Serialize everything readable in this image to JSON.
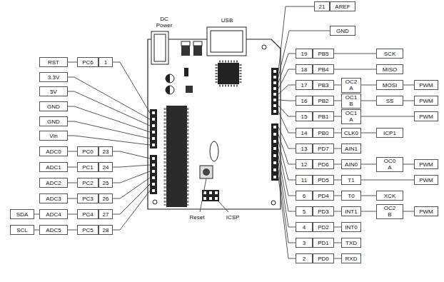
{
  "diagram": {
    "nodes": [
      {
        "text": [
          "RST"
        ]
      },
      {
        "text": [
          "PC6"
        ]
      },
      {
        "text": [
          "1"
        ]
      },
      {
        "text": [
          "3.3V"
        ]
      },
      {
        "text": [
          "5V"
        ]
      },
      {
        "text": [
          "GND"
        ]
      },
      {
        "text": [
          "GND"
        ]
      },
      {
        "text": [
          "Vin"
        ]
      },
      {
        "text": [
          "ADC0"
        ]
      },
      {
        "text": [
          "PC0"
        ]
      },
      {
        "text": [
          "23"
        ]
      },
      {
        "text": [
          "ADC1"
        ]
      },
      {
        "text": [
          "PC1"
        ]
      },
      {
        "text": [
          "24"
        ]
      },
      {
        "text": [
          "ADC2"
        ]
      },
      {
        "text": [
          "PC2"
        ]
      },
      {
        "text": [
          "25"
        ]
      },
      {
        "text": [
          "ADC3"
        ]
      },
      {
        "text": [
          "PC3"
        ]
      },
      {
        "text": [
          "26"
        ]
      },
      {
        "text": [
          "SDA"
        ]
      },
      {
        "text": [
          "ADC4"
        ]
      },
      {
        "text": [
          "PC4"
        ]
      },
      {
        "text": [
          "27"
        ]
      },
      {
        "text": [
          "SCL"
        ]
      },
      {
        "text": [
          "ADC5"
        ]
      },
      {
        "text": [
          "PC5"
        ]
      },
      {
        "text": [
          "28"
        ]
      },
      {
        "text": [
          "21"
        ]
      },
      {
        "text": [
          "AREF"
        ]
      },
      {
        "text": [
          "GND"
        ]
      },
      {
        "text": [
          "19"
        ]
      },
      {
        "text": [
          "PB5"
        ]
      },
      {
        "text": [
          "SCK"
        ]
      },
      {
        "text": [
          "18"
        ]
      },
      {
        "text": [
          "PB4"
        ]
      },
      {
        "text": [
          "MISO"
        ]
      },
      {
        "text": [
          "17"
        ]
      },
      {
        "text": [
          "PB3"
        ]
      },
      {
        "text": [
          "OC2 A"
        ]
      },
      {
        "text": [
          "MOSI"
        ]
      },
      {
        "text": [
          "PWM"
        ]
      },
      {
        "text": [
          "16"
        ]
      },
      {
        "text": [
          "PB2"
        ]
      },
      {
        "text": [
          "OC1 B"
        ]
      },
      {
        "text": [
          "SS"
        ]
      },
      {
        "text": [
          "PWM"
        ]
      },
      {
        "text": [
          "15"
        ]
      },
      {
        "text": [
          "PB1"
        ]
      },
      {
        "text": [
          "OC1 A"
        ]
      },
      {
        "text": [
          "PWM"
        ]
      },
      {
        "text": [
          "14"
        ]
      },
      {
        "text": [
          "PB0"
        ]
      },
      {
        "text": [
          "CLK0"
        ]
      },
      {
        "text": [
          "ICP1"
        ]
      },
      {
        "text": [
          "13"
        ]
      },
      {
        "text": [
          "PD7"
        ]
      },
      {
        "text": [
          "AIN1"
        ]
      },
      {
        "text": [
          "12"
        ]
      },
      {
        "text": [
          "PD6"
        ]
      },
      {
        "text": [
          "AIN0"
        ]
      },
      {
        "text": [
          "OC0 A"
        ]
      },
      {
        "text": [
          "PWM"
        ]
      },
      {
        "text": [
          "11"
        ]
      },
      {
        "text": [
          "PD5"
        ]
      },
      {
        "text": [
          "T1"
        ]
      },
      {
        "text": [
          "PWM"
        ]
      },
      {
        "text": [
          "6"
        ]
      },
      {
        "text": [
          "PD4"
        ]
      },
      {
        "text": [
          "T0"
        ]
      },
      {
        "text": [
          "XCK"
        ]
      },
      {
        "text": [
          "5"
        ]
      },
      {
        "text": [
          "PD3"
        ]
      },
      {
        "text": [
          "INT1"
        ]
      },
      {
        "text": [
          "OC2 B"
        ]
      },
      {
        "text": [
          "PWM"
        ]
      },
      {
        "text": [
          "4"
        ]
      },
      {
        "text": [
          "PD2"
        ]
      },
      {
        "text": [
          "INT0"
        ]
      },
      {
        "text": [
          "3"
        ]
      },
      {
        "text": [
          "PD1"
        ]
      },
      {
        "text": [
          "TXD"
        ]
      },
      {
        "text": [
          "2"
        ]
      },
      {
        "text": [
          "PD0"
        ]
      },
      {
        "text": [
          "RXD"
        ]
      }
    ],
    "edges": [
      {
        "from": 0,
        "to": 1,
        "arrow": "none"
      },
      {
        "from": 8,
        "to": 9,
        "arrow": "none"
      },
      {
        "from": 11,
        "to": 12,
        "arrow": "none"
      },
      {
        "from": 14,
        "to": 15,
        "arrow": "none"
      },
      {
        "from": 17,
        "to": 18,
        "arrow": "none"
      },
      {
        "from": 20,
        "to": 21,
        "arrow": "none"
      },
      {
        "from": 21,
        "to": 22,
        "arrow": "none"
      },
      {
        "from": 24,
        "to": 25,
        "arrow": "none"
      },
      {
        "from": 25,
        "to": 26,
        "arrow": "none"
      },
      {
        "from": 32,
        "to": 33,
        "arrow": "none"
      },
      {
        "from": 35,
        "to": 36,
        "arrow": "none"
      },
      {
        "from": 38,
        "to": 39,
        "arrow": "none"
      },
      {
        "from": 39,
        "to": 40,
        "arrow": "none"
      },
      {
        "from": 40,
        "to": 41,
        "arrow": "none"
      },
      {
        "from": 43,
        "to": 44,
        "arrow": "none"
      },
      {
        "from": 44,
        "to": 45,
        "arrow": "none"
      },
      {
        "from": 45,
        "to": 46,
        "arrow": "none"
      },
      {
        "from": 48,
        "to": 49,
        "arrow": "none"
      },
      {
        "from": 49,
        "to": 50,
        "arrow": "none"
      },
      {
        "from": 52,
        "to": 53,
        "arrow": "none"
      },
      {
        "from": 53,
        "to": 54,
        "arrow": "none"
      },
      {
        "from": 56,
        "to": 57,
        "arrow": "none"
      },
      {
        "from": 59,
        "to": 60,
        "arrow": "none"
      },
      {
        "from": 60,
        "to": 61,
        "arrow": "none"
      },
      {
        "from": 61,
        "to": 62,
        "arrow": "none"
      },
      {
        "from": 64,
        "to": 65,
        "arrow": "none"
      },
      {
        "from": 65,
        "to": 66,
        "arrow": "none"
      },
      {
        "from": 68,
        "to": 69,
        "arrow": "none"
      },
      {
        "from": 69,
        "to": 70,
        "arrow": "none"
      },
      {
        "from": 72,
        "to": 73,
        "arrow": "none"
      },
      {
        "from": 73,
        "to": 74,
        "arrow": "none"
      },
      {
        "from": 74,
        "to": 75,
        "arrow": "none"
      },
      {
        "from": 77,
        "to": 78,
        "arrow": "none"
      },
      {
        "from": 80,
        "to": 81,
        "arrow": "none"
      },
      {
        "from": 83,
        "to": 84,
        "arrow": "none"
      }
    ],
    "labels": [
      "DC Power",
      "USB",
      "Reset",
      "ICSP"
    ]
  }
}
